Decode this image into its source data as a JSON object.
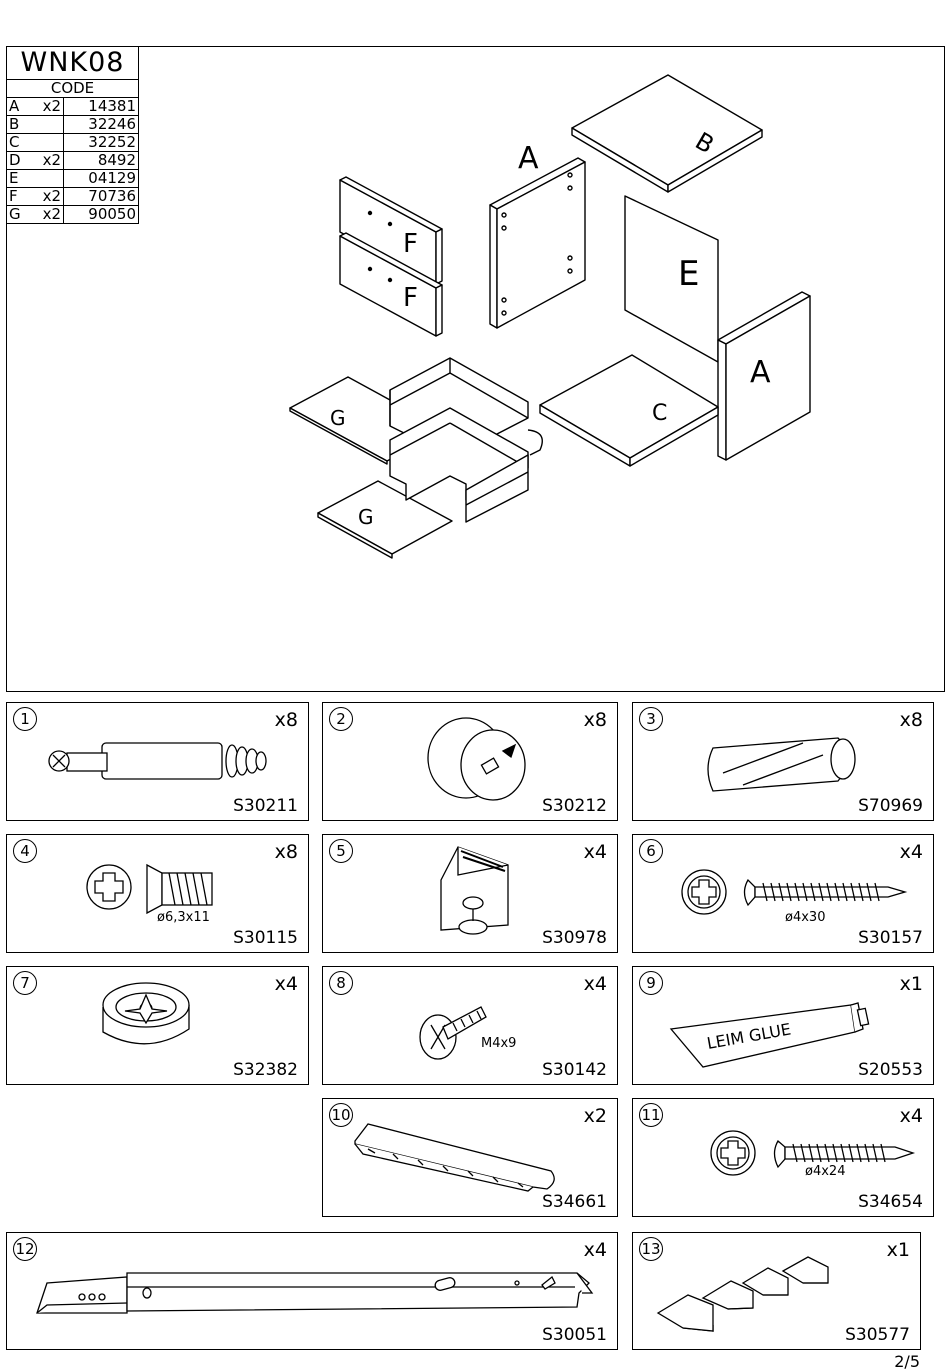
{
  "header": {
    "model": "WNK08",
    "code_label": "CODE"
  },
  "parts": [
    {
      "letter": "A",
      "qty": "x2",
      "code": "14381"
    },
    {
      "letter": "B",
      "qty": "",
      "code": "32246"
    },
    {
      "letter": "C",
      "qty": "",
      "code": "32252"
    },
    {
      "letter": "D",
      "qty": "x2",
      "code": "8492"
    },
    {
      "letter": "E",
      "qty": "",
      "code": "04129"
    },
    {
      "letter": "F",
      "qty": "x2",
      "code": "70736"
    },
    {
      "letter": "G",
      "qty": "x2",
      "code": "90050"
    }
  ],
  "diagram_labels": {
    "a_top": "A",
    "b": "B",
    "e": "E",
    "a_side": "A",
    "c": "C",
    "f1": "F",
    "f2": "F",
    "g1": "G",
    "g2": "G"
  },
  "hardware": [
    {
      "num": "1",
      "qty": "x8",
      "code": "S30211",
      "icon": "cam-bolt-icon"
    },
    {
      "num": "2",
      "qty": "x8",
      "code": "S30212",
      "icon": "cam-lock-icon"
    },
    {
      "num": "3",
      "qty": "x8",
      "code": "S70969",
      "icon": "wood-dowel-icon"
    },
    {
      "num": "4",
      "qty": "x8",
      "code": "S30115",
      "icon": "euro-screw-icon",
      "size": "ø6,3x11"
    },
    {
      "num": "5",
      "qty": "x4",
      "code": "S30978",
      "icon": "corner-bracket-icon"
    },
    {
      "num": "6",
      "qty": "x4",
      "code": "S30157",
      "icon": "wood-screw-icon",
      "size": "ø4x30"
    },
    {
      "num": "7",
      "qty": "x4",
      "code": "S32382",
      "icon": "foot-glide-icon"
    },
    {
      "num": "8",
      "qty": "x4",
      "code": "S30142",
      "icon": "machine-screw-icon",
      "size": "M4x9"
    },
    {
      "num": "9",
      "qty": "x1",
      "code": "S20553",
      "icon": "glue-tube-icon",
      "label": "LEIM GLUE"
    },
    {
      "num": "10",
      "qty": "x2",
      "code": "S34661",
      "icon": "drawer-handle-icon"
    },
    {
      "num": "11",
      "qty": "x4",
      "code": "S34654",
      "icon": "short-screw-icon",
      "size": "ø4x24"
    },
    {
      "num": "12",
      "qty": "x4",
      "code": "S30051",
      "icon": "drawer-runner-icon"
    },
    {
      "num": "13",
      "qty": "x1",
      "code": "S30577",
      "icon": "felt-pads-icon"
    }
  ],
  "footer": {
    "page": "2/5"
  }
}
